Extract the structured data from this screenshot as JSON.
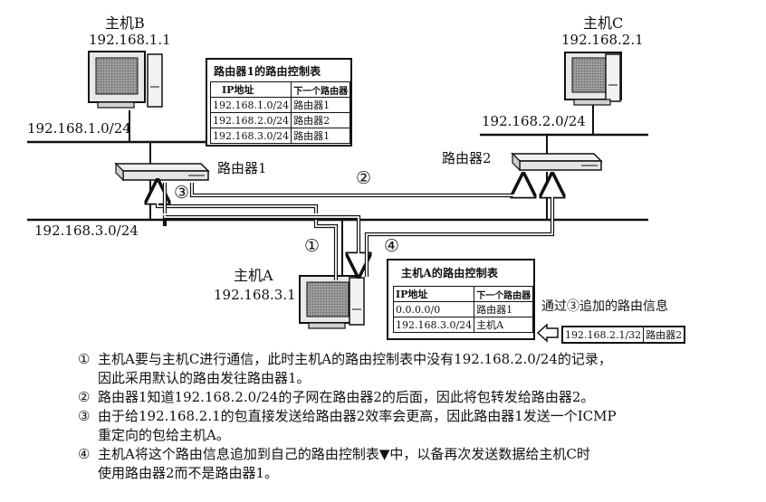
{
  "hosts": {
    "b": {
      "name": "主机B",
      "ip": "192.168.1.1"
    },
    "c": {
      "name": "主机C",
      "ip": "192.168.2.1"
    },
    "a": {
      "name": "主机A",
      "ip": "192.168.3.1"
    }
  },
  "routers": {
    "r1": {
      "name": "路由器1"
    },
    "r2": {
      "name": "路由器2"
    }
  },
  "networks": {
    "net1": "192.168.1.0/24",
    "net2": "192.168.2.0/24",
    "net3": "192.168.3.0/24"
  },
  "router1_table": {
    "title": "路由器1的路由控制表",
    "headers": [
      "IP地址",
      "下一个路由器"
    ],
    "rows": [
      [
        "192.168.1.0/24",
        "路由器1"
      ],
      [
        "192.168.2.0/24",
        "路由器2"
      ],
      [
        "192.168.3.0/24",
        "路由器1"
      ]
    ]
  },
  "hostA_table": {
    "title": "主机A的路由控制表",
    "headers": [
      "IP地址",
      "下一个路由器"
    ],
    "rows": [
      [
        "0.0.0.0/0",
        "路由器1"
      ],
      [
        "192.168.3.0/24",
        "主机A"
      ]
    ]
  },
  "added_route": {
    "label": "通过③追加的路由信息",
    "ip": "192.168.2.1/32",
    "next": "路由器2"
  },
  "step_markers": {
    "s1": "①",
    "s2": "②",
    "s3": "③",
    "s4": "④"
  },
  "notes": [
    {
      "num": "①",
      "lines": [
        "主机A要与主机C进行通信，此时主机A的路由控制表中没有192.168.2.0/24的记录，",
        "因此采用默认的路由发往路由器1。"
      ]
    },
    {
      "num": "②",
      "lines": [
        "路由器1知道192.168.2.0/24的子网在路由器2的后面，因此将包转发给路由器2。"
      ]
    },
    {
      "num": "③",
      "lines": [
        "由于给192.168.2.1的包直接发送给路由器2效率会更高，因此路由器1发送一个ICMP",
        "重定向的包给主机A。"
      ]
    },
    {
      "num": "④",
      "lines": [
        "主机A将这个路由信息追加到自己的路由控制表▼中，以备再次发送数据给主机C时",
        "使用路由器2而不是路由器1。"
      ]
    }
  ]
}
